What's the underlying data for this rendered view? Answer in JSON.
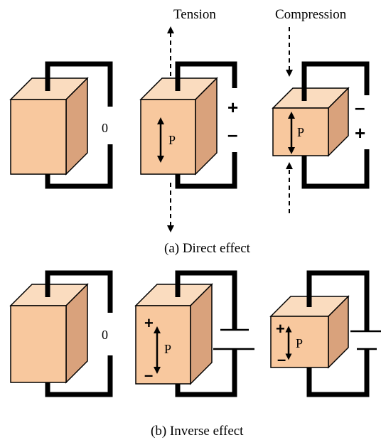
{
  "colors": {
    "crystal_front": "#f8c89e",
    "crystal_top": "#fadcbf",
    "crystal_side": "#d9a27c",
    "outline": "#000000"
  },
  "labels": {
    "tension": "Tension",
    "compression": "Compression",
    "zero": "0",
    "plus": "+",
    "minus": "–",
    "polarization": "P",
    "direct_caption": "(a) Direct effect",
    "inverse_caption": "(b) Inverse effect"
  }
}
